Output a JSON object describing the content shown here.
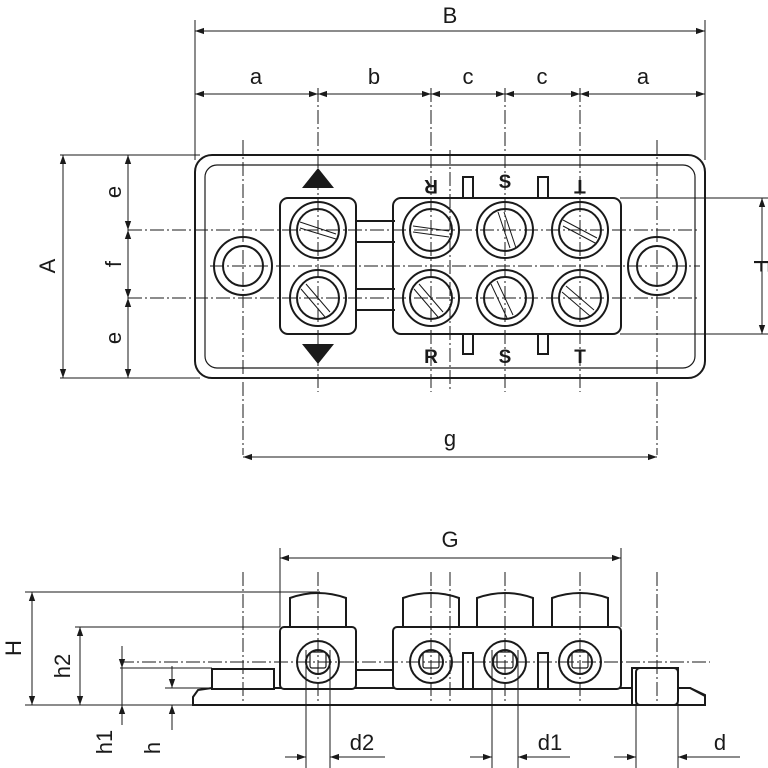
{
  "labels": {
    "B": "B",
    "a_left": "a",
    "b": "b",
    "c1": "c",
    "c2": "c",
    "a_right": "a",
    "A": "A",
    "e_top": "e",
    "f": "f",
    "e_bottom": "e",
    "F": "F",
    "g": "g",
    "G": "G",
    "H": "H",
    "h2": "h2",
    "h1": "h1",
    "h": "h",
    "d2": "d2",
    "d1": "d1",
    "d": "d"
  },
  "terminals_top": [
    "R",
    "S",
    "T"
  ],
  "terminals_bottom": [
    "R",
    "S",
    "T"
  ],
  "colors": {
    "line": "#1a1a1a",
    "background": "#ffffff"
  }
}
